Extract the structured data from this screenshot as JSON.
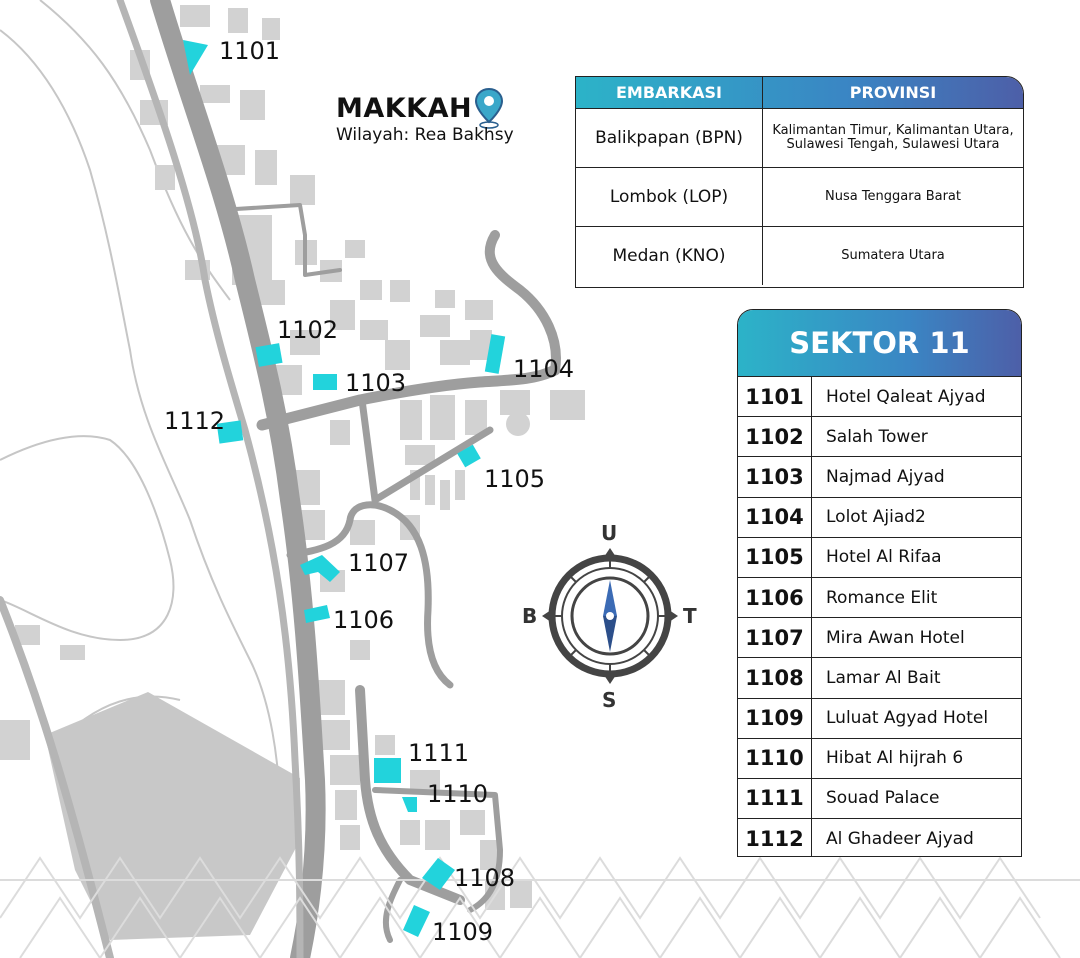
{
  "title": {
    "city": "MAKKAH",
    "region": "Wilayah: Rea Bakhsy"
  },
  "icons": {
    "location": "location-pin-icon",
    "compass": "compass-icon"
  },
  "colors": {
    "hotel_marker": "#22d3dc",
    "road": "#9a9a9a",
    "building": "#d4d4d4",
    "header_start": "#2cb3c8",
    "header_end": "#4d5fa8"
  },
  "map_labels": [
    {
      "code": "1101"
    },
    {
      "code": "1102"
    },
    {
      "code": "1103"
    },
    {
      "code": "1104"
    },
    {
      "code": "1105"
    },
    {
      "code": "1106"
    },
    {
      "code": "1107"
    },
    {
      "code": "1108"
    },
    {
      "code": "1109"
    },
    {
      "code": "1110"
    },
    {
      "code": "1111"
    },
    {
      "code": "1112"
    }
  ],
  "compass": {
    "north": "U",
    "south": "S",
    "east": "T",
    "west": "B"
  },
  "embarkasi_table": {
    "headers": [
      "EMBARKASI",
      "PROVINSI"
    ],
    "rows": [
      {
        "embarkasi": "Balikpapan (BPN)",
        "provinsi": "Kalimantan Timur, Kalimantan Utara, Sulawesi Tengah, Sulawesi Utara"
      },
      {
        "embarkasi": "Lombok (LOP)",
        "provinsi": "Nusa Tenggara Barat"
      },
      {
        "embarkasi": "Medan (KNO)",
        "provinsi": "Sumatera Utara"
      }
    ]
  },
  "sektor_table": {
    "title": "SEKTOR 11",
    "rows": [
      {
        "code": "1101",
        "name": "Hotel Qaleat Ajyad"
      },
      {
        "code": "1102",
        "name": "Salah Tower"
      },
      {
        "code": "1103",
        "name": "Najmad Ajyad"
      },
      {
        "code": "1104",
        "name": "Lolot Ajiad2"
      },
      {
        "code": "1105",
        "name": "Hotel Al Rifaa"
      },
      {
        "code": "1106",
        "name": "Romance Elit"
      },
      {
        "code": "1107",
        "name": "Mira Awan Hotel"
      },
      {
        "code": "1108",
        "name": "Lamar Al Bait"
      },
      {
        "code": "1109",
        "name": "Luluat Agyad Hotel"
      },
      {
        "code": "1110",
        "name": "Hibat Al hijrah 6"
      },
      {
        "code": "1111",
        "name": "Souad Palace"
      },
      {
        "code": "1112",
        "name": "Al Ghadeer Ajyad"
      }
    ]
  }
}
